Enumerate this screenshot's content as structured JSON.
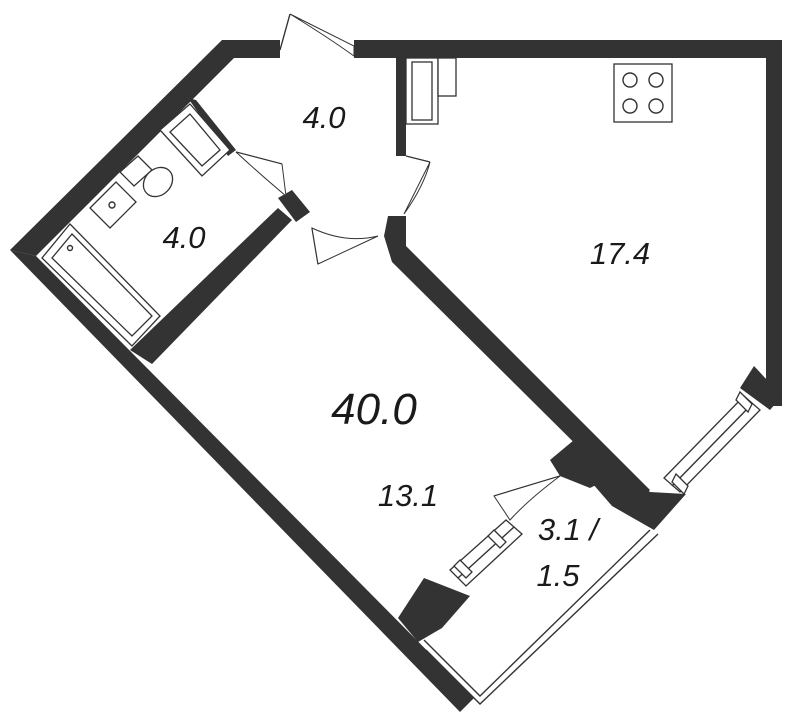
{
  "plan": {
    "total_area": "40.0",
    "rooms": {
      "hall": "4.0",
      "bathroom": "4.0",
      "kitchen": "17.4",
      "living": "13.1",
      "balcony_line1": "3.1 /",
      "balcony_line2": "1.5"
    },
    "colors": {
      "wall": "#333333",
      "line": "#333333",
      "background": "#ffffff",
      "text": "#1a1a1a"
    }
  }
}
